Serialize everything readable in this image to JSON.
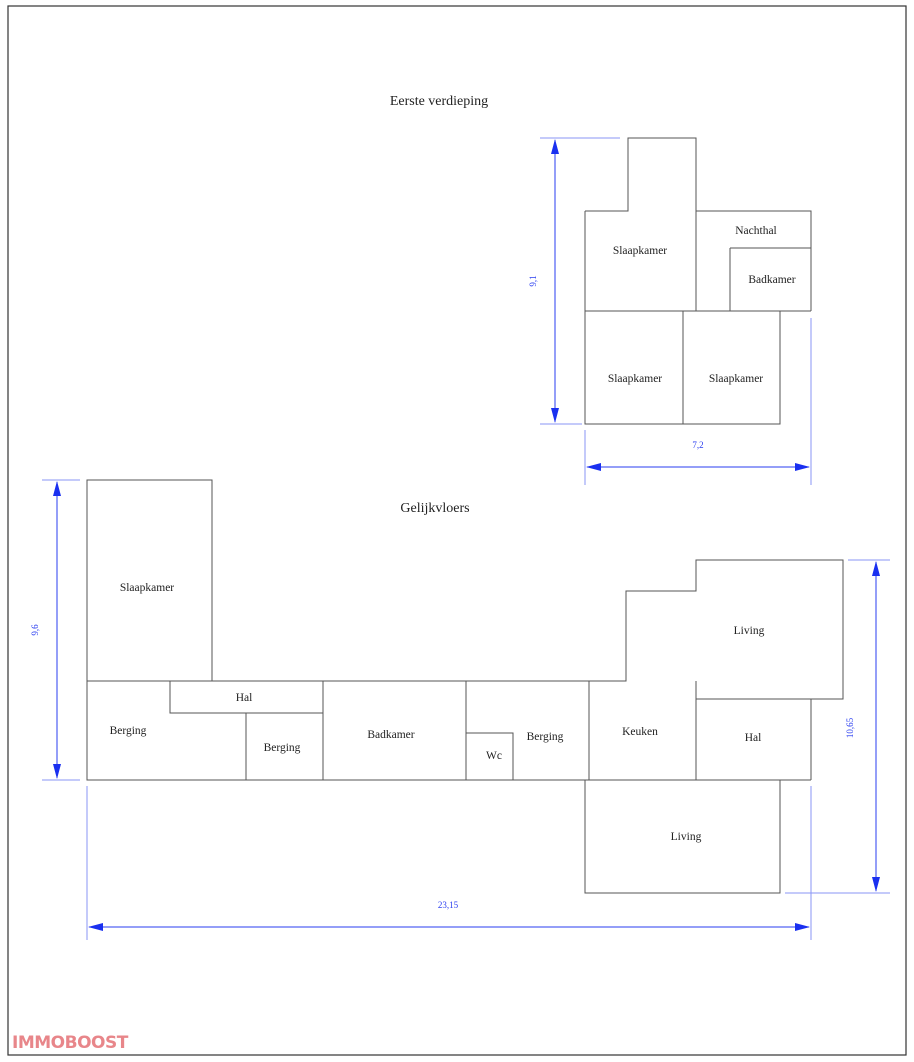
{
  "floors": {
    "first": {
      "title": "Eerste verdieping",
      "rooms": [
        "Slaapkamer",
        "Nachthal",
        "Badkamer",
        "Slaapkamer",
        "Slaapkamer"
      ],
      "dimensions": {
        "height": "9,1",
        "width": "7,2"
      }
    },
    "ground": {
      "title": "Gelijkvloers",
      "rooms": [
        "Slaapkamer",
        "Hal",
        "Berging",
        "Berging",
        "Badkamer",
        "Wc",
        "Berging",
        "Keuken",
        "Living",
        "Hal",
        "Living"
      ],
      "dimensions": {
        "height_left": "9,6",
        "width": "23,15",
        "height_right": "10,65"
      }
    }
  },
  "branding": {
    "logo": "IMMOBOOST"
  },
  "colors": {
    "walls": "#555555",
    "dimensions": "#2a3ef0",
    "logo": "#e8868a"
  }
}
